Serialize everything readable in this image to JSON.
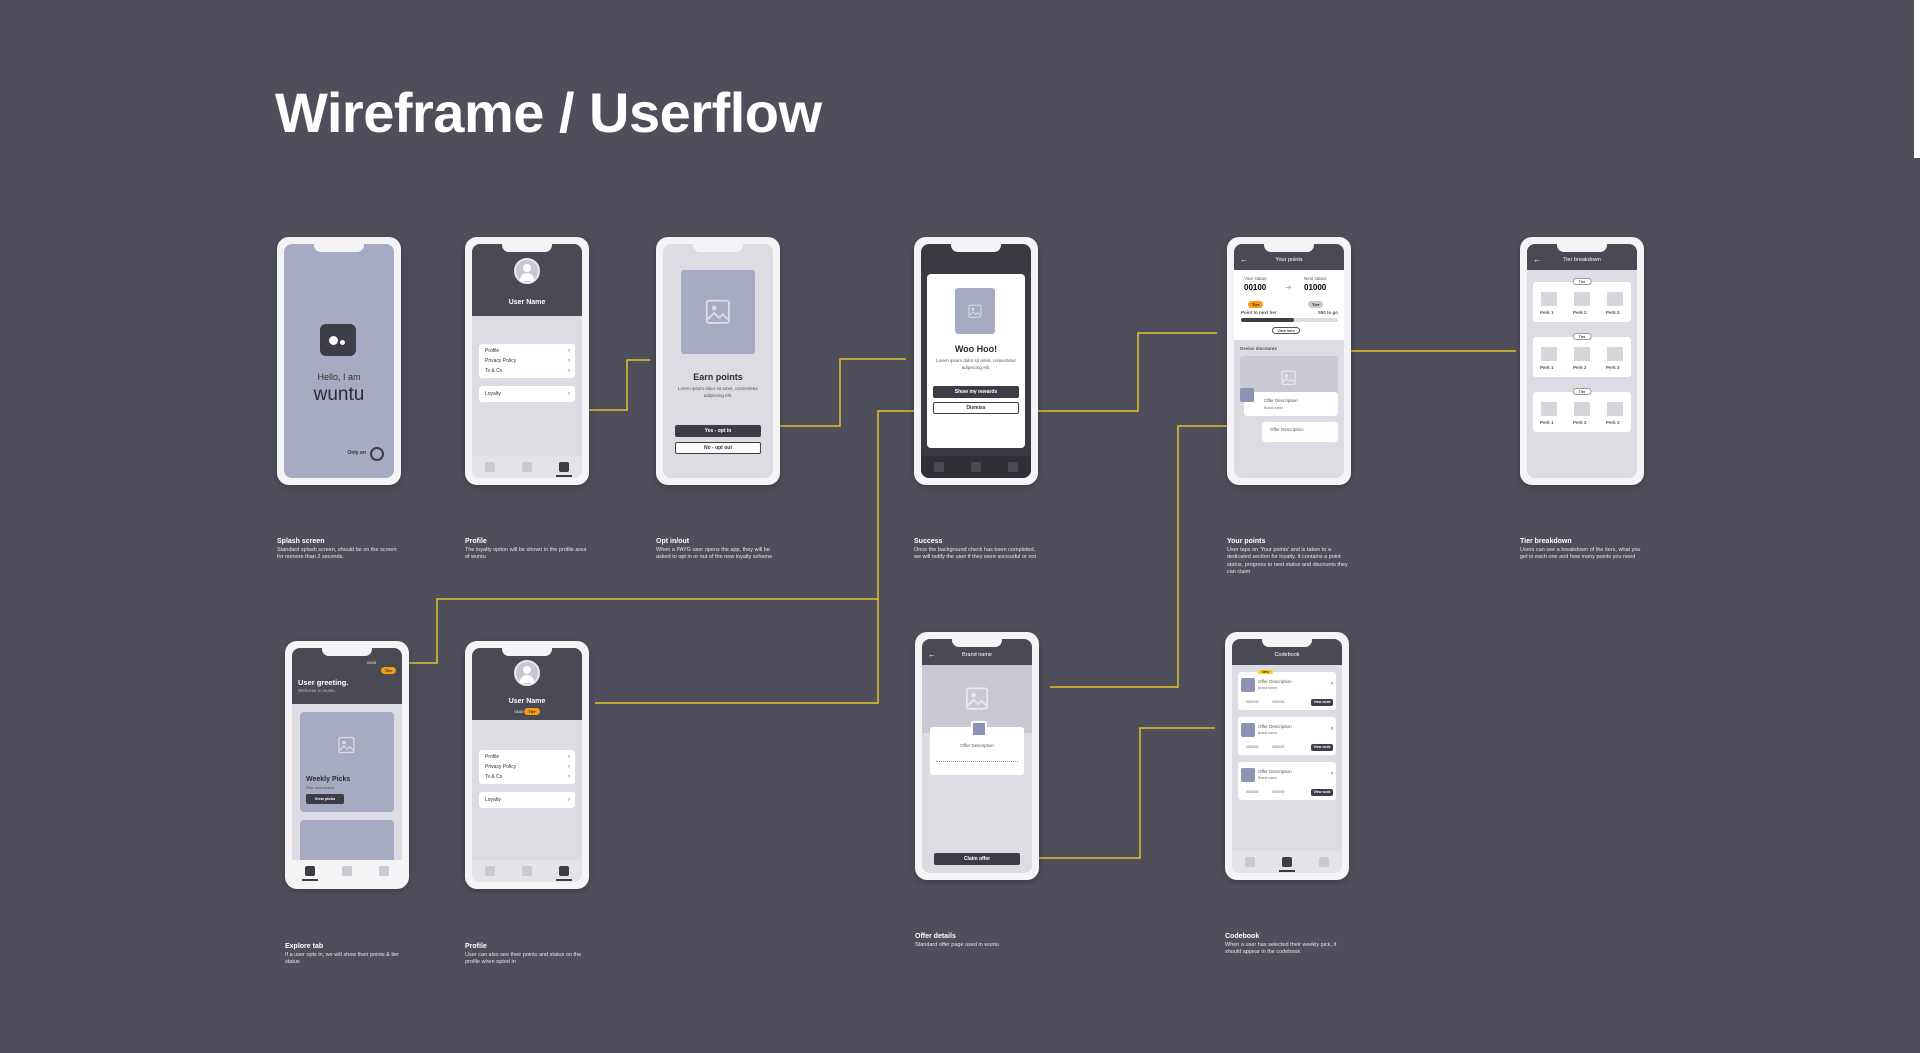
{
  "page": {
    "title": "Wireframe / Userflow",
    "accent": "#e2c32a"
  },
  "screens": {
    "splash": {
      "caption": "Splash screen",
      "desc": "Standard splash screen, should be on the screen for nomore than 2 seconds.",
      "hello": "Hello, I am",
      "brand": "wuntu",
      "only_on": "Only on"
    },
    "profile": {
      "caption": "Profile",
      "desc": "The loyalty option will be shown in the profile area of wuntu",
      "user_name": "User Name",
      "menu": [
        "Profile",
        "Privacy Policy",
        "Ts & Cs"
      ],
      "loyalty": "Loyalty"
    },
    "optin": {
      "caption": "Opt in/out",
      "desc": "When a PAYG user opens the app, they will be asked to opt in or out of the new loyalty scheme",
      "heading": "Earn points",
      "body": "Lorem ipsum dolor sit amet, consectetur adipiscing elit.",
      "yes": "Yes - opt in",
      "no": "No - opt out"
    },
    "success": {
      "caption": "Success",
      "desc": "Once the background check has been completed, we will notify the user if they were sucessful or not",
      "heading": "Woo Hoo!",
      "body": "Lorem ipsum dolor sit amet, consectetur adipiscing elit.",
      "primary": "Show my rewards",
      "secondary": "Dismiss"
    },
    "points": {
      "caption": "Your points",
      "desc": "User taps on 'Your points' and is taken to a dedicated section for loyalty. It contains a point status, progress to next status and discounts they can claim",
      "header": "Your points",
      "your_status": "Your status",
      "your_value": "00100",
      "next_status": "Next status",
      "next_value": "01000",
      "tier": "Tier",
      "to_next": "Point to next tier",
      "to_go": "550 to go",
      "view_tiers": "View tiers",
      "discounts": "Device discounts",
      "offer": "Offer Description",
      "brand": "Brand name"
    },
    "tiers": {
      "caption": "Tier breakdown",
      "desc": "Users can see a breakdown of the tiers, what you get in each one and how many points you need",
      "header": "Tier breakdown",
      "tier": "Tier",
      "perks": [
        "Perk 1",
        "Perk 2",
        "Perk 3"
      ]
    },
    "explore": {
      "caption": "Explore tab",
      "desc": "If a user opts in, we will show their points & tier status",
      "greeting": "User greeting.",
      "welcome": "Welcome to wuntu",
      "points": "0100",
      "tier": "Tier",
      "picks": "Weekly Picks",
      "picks_desc": "Pick description",
      "view_picks": "View picks"
    },
    "profile2": {
      "caption": "Profile",
      "desc": "User can also see their points and status on the profile when opted in",
      "user_name": "User Name",
      "points": "0100",
      "tier": "Tier",
      "menu": [
        "Profile",
        "Privacy Policy",
        "Ts & Cs"
      ],
      "loyalty": "Loyalty"
    },
    "offer": {
      "caption": "Offer details",
      "desc": "Standard offer page used in wuntu",
      "header": "Brand name",
      "title": "Offer Description",
      "claim": "Claim offer"
    },
    "codebook": {
      "caption": "Codebook",
      "desc": "When a user has selected their weekly pick, it should appear in the codebook",
      "header": "Codebook",
      "badge": "New",
      "offer": "Offer Description",
      "brand": "Brand name",
      "view_code": "View code",
      "date": "00/00/00"
    }
  }
}
